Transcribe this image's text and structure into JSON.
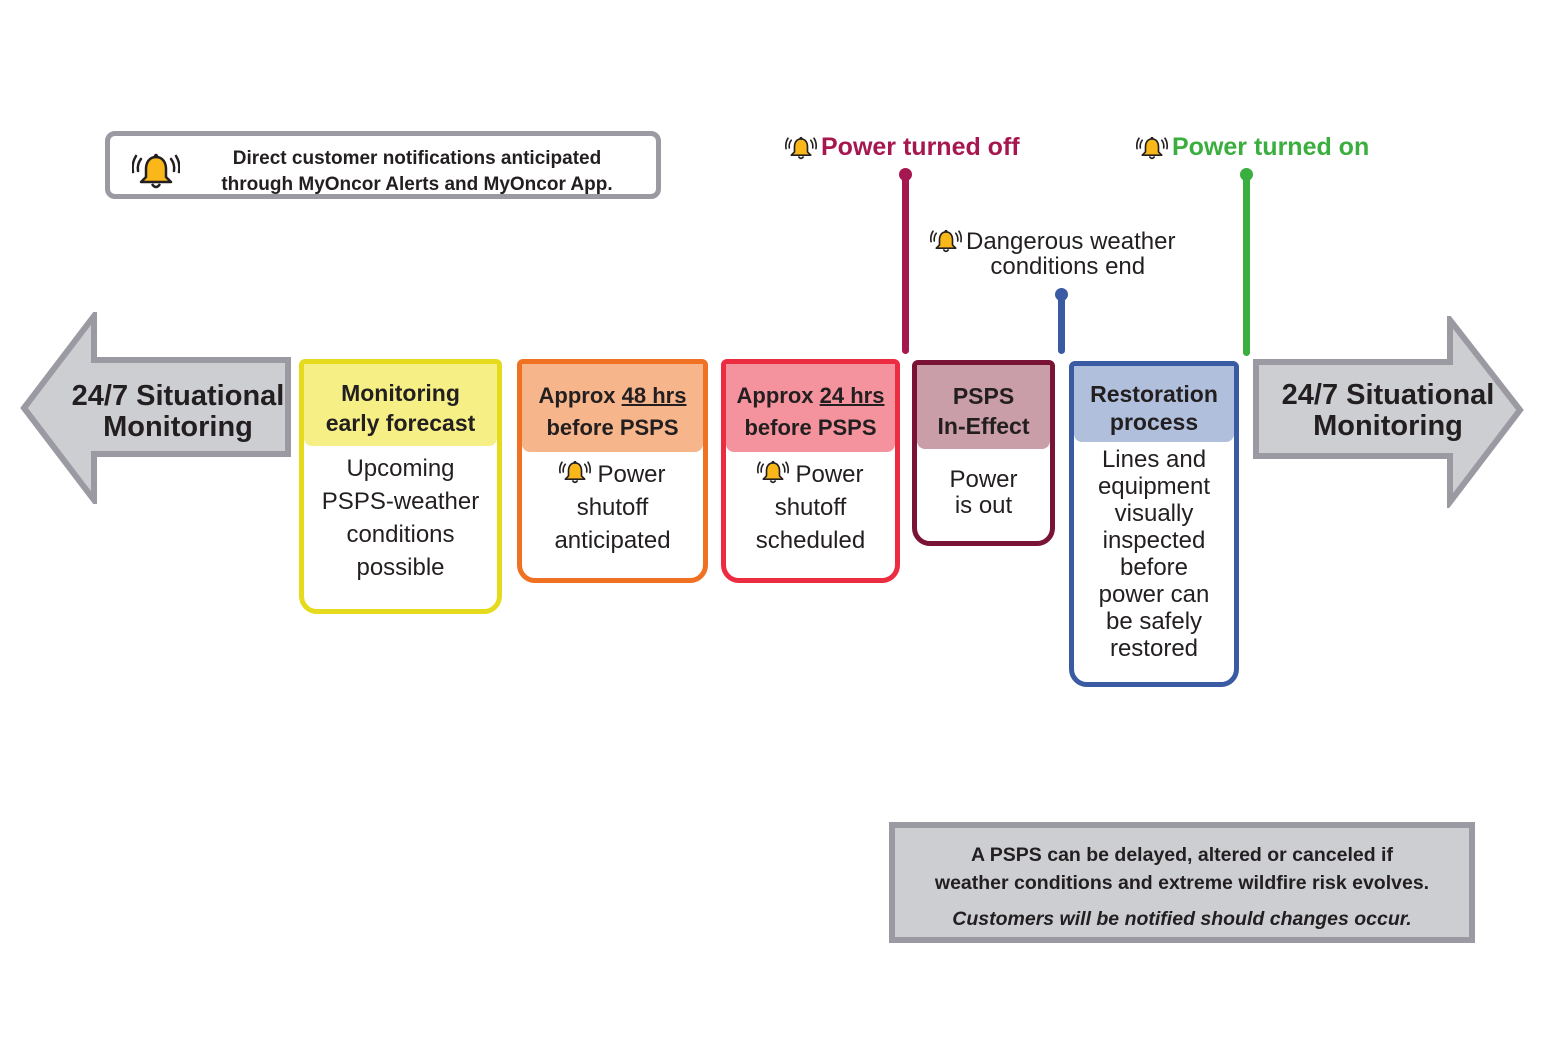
{
  "notice": {
    "icon": "bell-alert-icon",
    "lines": [
      "Direct customer notifications anticipated",
      "through MyOncor Alerts and MyOncor App."
    ]
  },
  "milestones": {
    "power_off": {
      "icon": "bell-alert-icon",
      "label": "Power turned off",
      "color": "#a6174f"
    },
    "dangerous_weather": {
      "icon": "bell-alert-icon",
      "line1": "Dangerous weather",
      "line2": "conditions end",
      "color": "#3a5ba4"
    },
    "power_on": {
      "icon": "bell-alert-icon",
      "label": "Power turned on",
      "color": "#3aae3e"
    }
  },
  "arrows": {
    "left": {
      "line1": "24/7 Situational",
      "line2": "Monitoring",
      "direction": "left"
    },
    "right": {
      "line1": "24/7 Situational",
      "line2": "Monitoring",
      "direction": "right"
    }
  },
  "stages": [
    {
      "id": "monitoring",
      "title_line1": "Monitoring",
      "title_line2": "early forecast",
      "body": [
        "Upcoming",
        "PSPS-weather",
        "conditions",
        "possible"
      ],
      "has_bell": false,
      "border_color": "#e5db1c",
      "fill_color": "#f5ef86"
    },
    {
      "id": "48hrs",
      "title_prefix": "Approx ",
      "title_emph": "48 hrs",
      "title_line2": "before PSPS",
      "body": [
        "Power",
        "shutoff",
        "anticipated"
      ],
      "has_bell": true,
      "border_color": "#ef7121",
      "fill_color": "#f7b58c"
    },
    {
      "id": "24hrs",
      "title_prefix": "Approx ",
      "title_emph": "24 hrs",
      "title_line2": "before PSPS",
      "body": [
        "Power",
        "shutoff",
        "scheduled"
      ],
      "has_bell": true,
      "border_color": "#ec2c40",
      "fill_color": "#f4939d"
    },
    {
      "id": "in-effect",
      "title_line1": "PSPS",
      "title_line2": "In-Effect",
      "body": [
        "Power",
        "is out"
      ],
      "has_bell": false,
      "border_color": "#7a1436",
      "fill_color": "#c99ea9"
    },
    {
      "id": "restoration",
      "title_line1": "Restoration",
      "title_line2": "process",
      "body": [
        "Lines and",
        "equipment",
        "visually",
        "inspected",
        "before",
        "power can",
        "be safely",
        "restored"
      ],
      "has_bell": false,
      "border_color": "#3a5ba4",
      "fill_color": "#b0bfdc"
    }
  ],
  "disclaimer": {
    "line1": "A PSPS can be delayed, altered or canceled if",
    "line2": "weather conditions and extreme wildfire risk evolves.",
    "line3": "Customers will be notified should changes occur."
  },
  "colors": {
    "arrow_fill": "#ccced2",
    "arrow_border": "#9b9aa2",
    "bell": "#f9b71a"
  }
}
